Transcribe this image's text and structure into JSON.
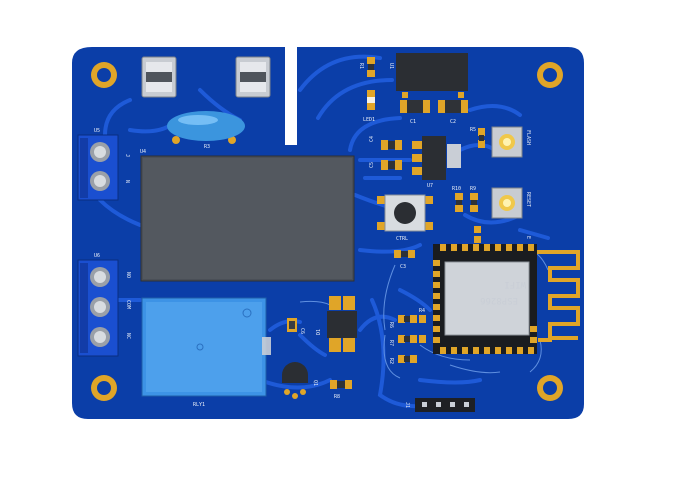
{
  "board": {
    "colors": {
      "pcb": "#0b3ea8",
      "trace": "#1e5ad8",
      "pad": "#e0a528",
      "silk": "#e8eef8",
      "relay": "#3d93e6",
      "inductor": "#4aa8e8"
    }
  },
  "silkscreen": {
    "u5": "U5",
    "u6": "U6",
    "u4": "U4",
    "u7": "U7",
    "j": "J",
    "n": "N",
    "no": "NO",
    "com": "COM",
    "nc": "NC",
    "r1": "R1",
    "r3": "R3",
    "r5": "R5",
    "r6": "R6",
    "r7": "R7",
    "r8": "R8",
    "r2": "R2",
    "r4": "R4",
    "r9": "R9",
    "r10": "R10",
    "c1": "C1",
    "c2": "C2",
    "c3": "C3",
    "c4": "C4",
    "c5": "C5",
    "c6": "C6",
    "led1": "LED1",
    "flash": "FLASH",
    "reset": "RESET",
    "ctrl": "CTRL",
    "d1": "D1",
    "q1": "Q1",
    "u1": "U1",
    "rly1": "RLY1",
    "j1": "J1",
    "e": "E"
  },
  "esp_module": {
    "brand": "WIFI",
    "model": "ESP8266"
  }
}
